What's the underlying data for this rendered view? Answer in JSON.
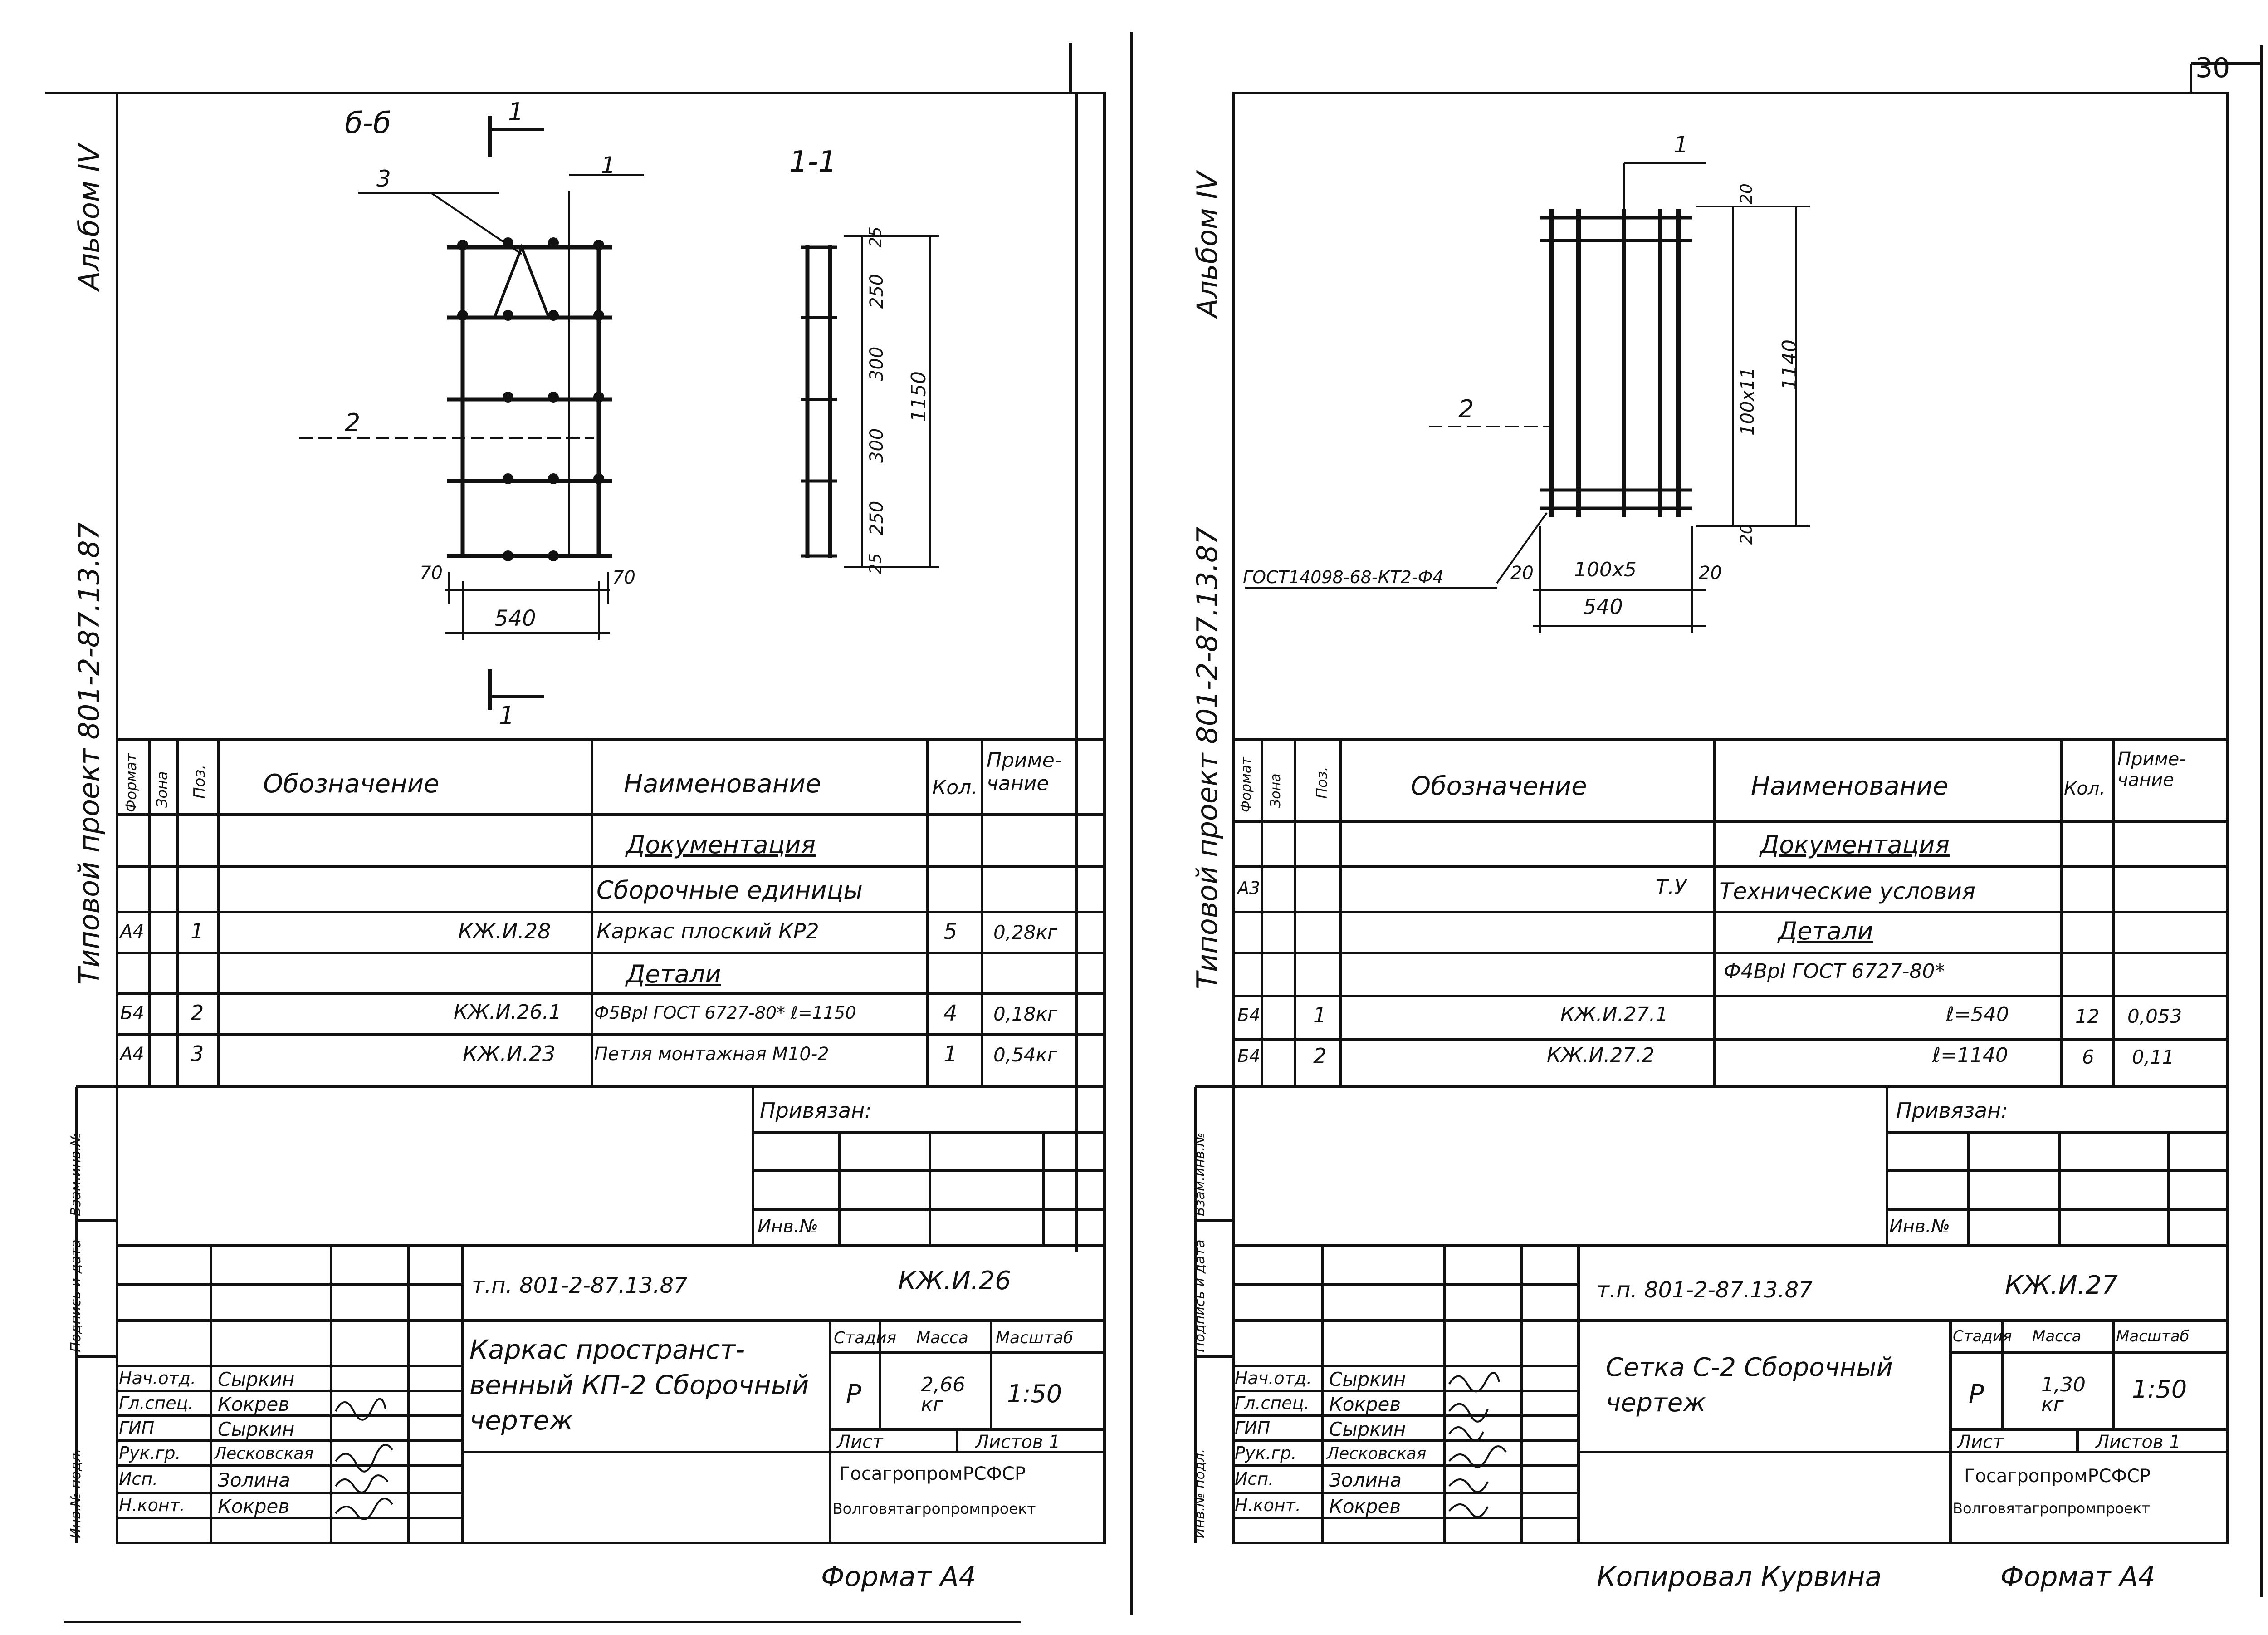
{
  "page_number": "30",
  "left": {
    "album": "Альбом IV",
    "project": "Типовой проект 801-2-87.13.87",
    "section_a": "б-б",
    "section_b": "1-1",
    "leader_1": "1",
    "leader_2": "2",
    "leader_3": "3",
    "cut_mark": "1",
    "dims": {
      "d70a": "70",
      "d70b": "70",
      "d540": "540",
      "v25a": "25",
      "v250a": "250",
      "v300a": "300",
      "v300b": "300",
      "v250b": "250",
      "v25b": "25",
      "v1150": "1150"
    },
    "table_headers": {
      "format": "Формат",
      "zone": "Зона",
      "pos": "Поз.",
      "designation": "Обозначение",
      "name": "Наименование",
      "qty": "Кол.",
      "note": "Приме-чание"
    },
    "rows": [
      {
        "format": "",
        "pos": "",
        "designation": "",
        "name": "Документация",
        "qty": "",
        "note": ""
      },
      {
        "format": "",
        "pos": "",
        "designation": "",
        "name": "Сборочные единицы",
        "qty": "",
        "note": ""
      },
      {
        "format": "А4",
        "pos": "1",
        "designation": "КЖ.И.28",
        "name": "Каркас плоский КР2",
        "qty": "5",
        "note": "0,28кг"
      },
      {
        "format": "",
        "pos": "",
        "designation": "",
        "name": "Детали",
        "qty": "",
        "note": ""
      },
      {
        "format": "Б4",
        "pos": "2",
        "designation": "КЖ.И.26.1",
        "name": "Ф5ВрI ГОСТ 6727-80* ℓ=1150",
        "qty": "4",
        "note": "0,18кг"
      },
      {
        "format": "А4",
        "pos": "3",
        "designation": "КЖ.И.23",
        "name": "Петля монтажная М10-2",
        "qty": "1",
        "note": "0,54кг"
      }
    ],
    "privyazan": "Привязан:",
    "inv_no": "Инв.№",
    "stamp_code": "т.п. 801-2-87.13.87",
    "stamp_sheet_code": "КЖ.И.26",
    "title": "Каркас пространст-венный КП-2 Сборочный чертеж",
    "stage_label": "Стадия",
    "mass_label": "Масса",
    "scale_label": "Масштаб",
    "stage": "Р",
    "mass": "2,66 кг",
    "scale": "1:50",
    "sheet_label": "Лист",
    "sheets_label": "Листов 1",
    "org1": "ГосагропромРСФСР",
    "org2": "Волговятагропромпроект",
    "signers": [
      {
        "role": "Нач.отд.",
        "name": "Сыркин"
      },
      {
        "role": "Гл.спец.",
        "name": "Кокрев"
      },
      {
        "role": "ГИП",
        "name": "Сыркин"
      },
      {
        "role": "Рук.гр.",
        "name": "Лесковская"
      },
      {
        "role": "Исп.",
        "name": "Золина"
      },
      {
        "role": "Н.конт.",
        "name": "Кокрев"
      }
    ],
    "side_labels": [
      "Инв.№ подл.",
      "Подпись и дата",
      "Взам.инв.№"
    ],
    "format": "Формат А4"
  },
  "right": {
    "album": "Альбом IV",
    "project": "Типовой проект 801-2-87.13.87",
    "leader_1": "1",
    "leader_2": "2",
    "gost_note": "ГОСТ14098-68-КТ2-Ф4",
    "dims": {
      "d20a": "20",
      "d100x5": "100х5",
      "d20b": "20",
      "d540": "540",
      "v20a": "20",
      "v100x11": "100х11",
      "v20b": "20",
      "v1140": "1140"
    },
    "table_headers": {
      "format": "Формат",
      "zone": "Зона",
      "pos": "Поз.",
      "designation": "Обозначение",
      "name": "Наименование",
      "qty": "Кол.",
      "note": "Приме-чание"
    },
    "rows": [
      {
        "format": "",
        "pos": "",
        "designation": "",
        "name": "Документация",
        "qty": "",
        "note": ""
      },
      {
        "format": "А3",
        "pos": "",
        "designation": "Т.У",
        "name": "Технические условия",
        "qty": "",
        "note": ""
      },
      {
        "format": "",
        "pos": "",
        "designation": "",
        "name": "Детали",
        "qty": "",
        "note": ""
      },
      {
        "format": "",
        "pos": "",
        "designation": "",
        "name": "Ф4ВрI ГОСТ 6727-80*",
        "qty": "",
        "note": ""
      },
      {
        "format": "Б4",
        "pos": "1",
        "designation": "КЖ.И.27.1",
        "name": "ℓ=540",
        "qty": "12",
        "note": "0,053"
      },
      {
        "format": "Б4",
        "pos": "2",
        "designation": "КЖ.И.27.2",
        "name": "ℓ=1140",
        "qty": "6",
        "note": "0,11"
      }
    ],
    "privyazan": "Привязан:",
    "inv_no": "Инв.№",
    "stamp_code": "т.п. 801-2-87.13.87",
    "stamp_sheet_code": "КЖ.И.27",
    "title": "Сетка С-2 Сборочный чертеж",
    "stage_label": "Стадия",
    "mass_label": "Масса",
    "scale_label": "Масштаб",
    "stage": "Р",
    "mass": "1,30 кг",
    "scale": "1:50",
    "sheet_label": "Лист",
    "sheets_label": "Листов 1",
    "org1": "ГосагропромРСФСР",
    "org2": "Волговятагропромпроект",
    "signers": [
      {
        "role": "Нач.отд.",
        "name": "Сыркин"
      },
      {
        "role": "Гл.спец.",
        "name": "Кокрев"
      },
      {
        "role": "ГИП",
        "name": "Сыркин"
      },
      {
        "role": "Рук.гр.",
        "name": "Лесковская"
      },
      {
        "role": "Исп.",
        "name": "Золина"
      },
      {
        "role": "Н.конт.",
        "name": "Кокрев"
      }
    ],
    "side_labels": [
      "Инв.№ подл.",
      "Подпись и дата",
      "Взам.инв.№"
    ],
    "copied": "Копировал Курвина",
    "format": "Формат А4"
  }
}
